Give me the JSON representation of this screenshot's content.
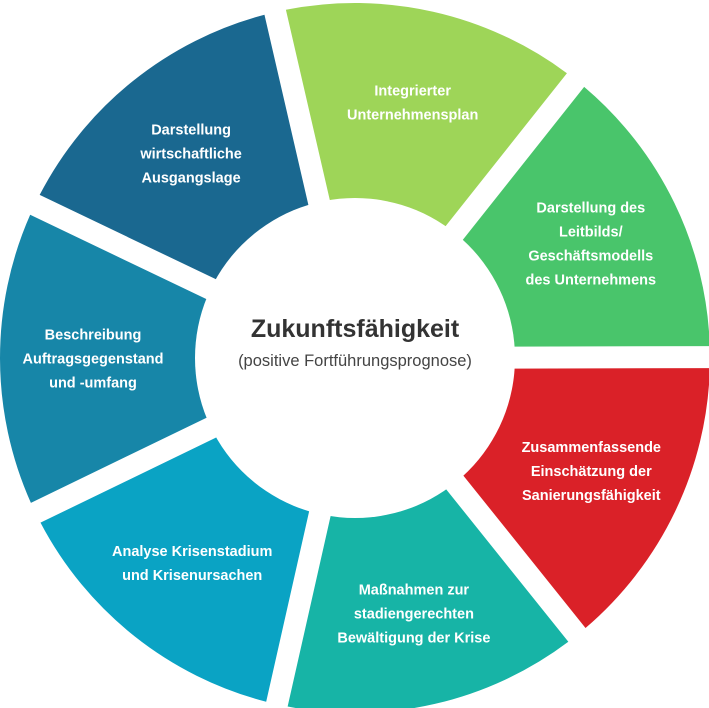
{
  "center": {
    "title": "Zukunftsfähigkeit",
    "subtitle": "(positive Fortführungsprognose)"
  },
  "segments": [
    {
      "lines": [
        "Integrierter",
        "Unternehmensplan"
      ],
      "color": "#9ED558"
    },
    {
      "lines": [
        "Darstellung des",
        "Leitbilds/",
        "Geschäftsmodells",
        "des Unternehmens"
      ],
      "color": "#49C56B"
    },
    {
      "lines": [
        "Zusammenfassende",
        "Einschätzung der",
        "Sanierungsfähigkeit"
      ],
      "color": "#DA2128"
    },
    {
      "lines": [
        "Maßnahmen zur",
        "stadiengerechten",
        "Bewältigung der Krise"
      ],
      "color": "#17B4A6"
    },
    {
      "lines": [
        "Analyse Krisenstadium",
        "und Krisenursachen"
      ],
      "color": "#0AA3C4"
    },
    {
      "lines": [
        "Beschreibung",
        "Auftragsgegenstand",
        "und -umfang"
      ],
      "color": "#1786A8"
    },
    {
      "lines": [
        "Darstellung",
        "wirtschaftliche",
        "Ausgangslage"
      ],
      "color": "#1A6890"
    }
  ]
}
